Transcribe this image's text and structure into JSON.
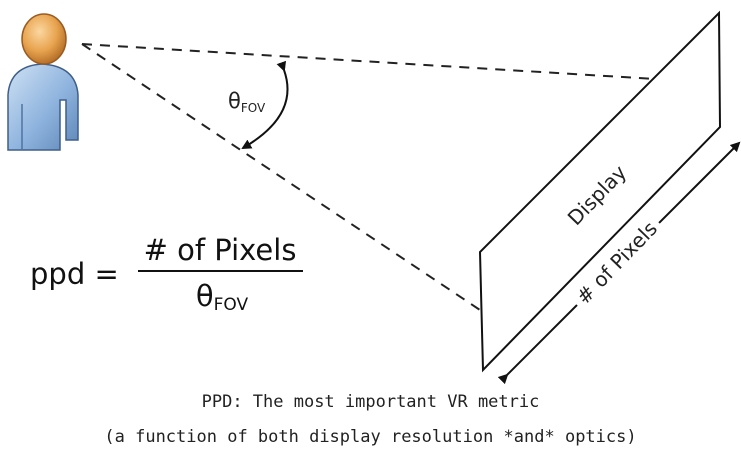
{
  "diagram": {
    "fov_label_symbol": "θ",
    "fov_label_subscript": "FOV",
    "display_label": "Display",
    "pixels_axis_label": "# of Pixels",
    "formula": {
      "lhs": "ppd =",
      "numerator": "# of Pixels",
      "denominator_symbol": "θ",
      "denominator_subscript": "FOV"
    }
  },
  "caption": {
    "line1": "PPD: The most important VR metric",
    "line2": "(a function of both display resolution *and* optics)"
  },
  "colors": {
    "person_head": "#e8a44f",
    "person_body": "#8fb4de",
    "lines": "#222222"
  },
  "icons": [
    "person-icon"
  ]
}
